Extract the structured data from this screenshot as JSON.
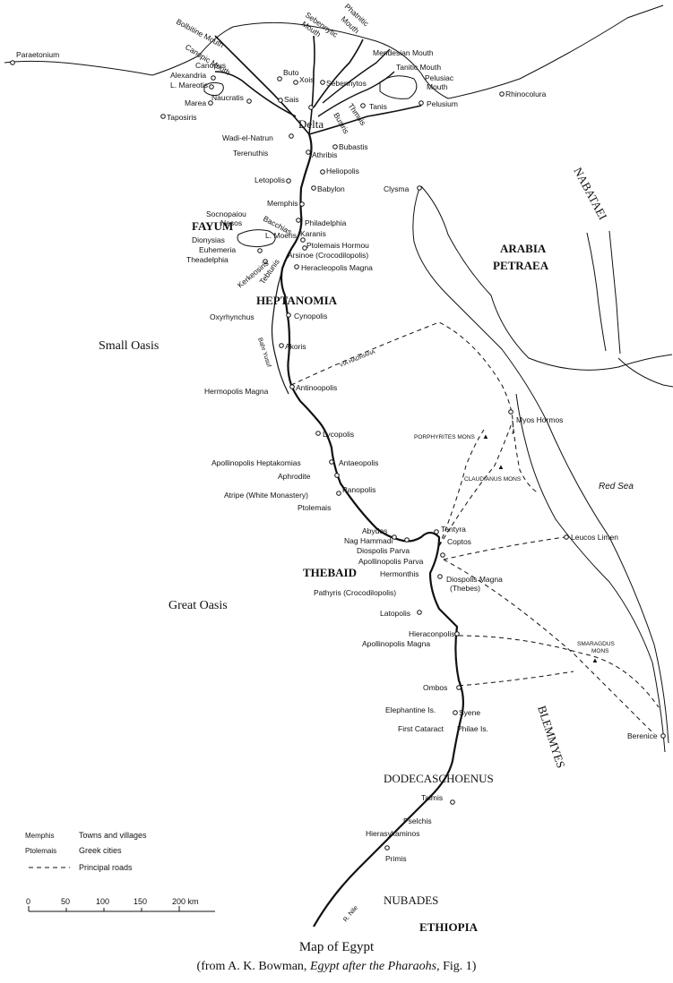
{
  "caption": {
    "title": "Map of Egypt",
    "source_prefix": "(from A. K. Bowman, ",
    "source_book": "Egypt after the Pharaohs",
    "source_suffix": ", Fig. 1)"
  },
  "regions": {
    "delta": "Delta",
    "fayum": "FAYUM",
    "heptanomia": "HEPTANOMIA",
    "thebaid": "THEBAID",
    "dodecaschoenus": "DODECASCHOENUS",
    "nubades": "NUBADES",
    "ethiopia": "ETHIOPIA",
    "arabia": "ARABIA",
    "petraea": "PETRAEA",
    "nabataei": "NABATAEI",
    "blemmyes": "BLEMMYES",
    "red_sea": "Red Sea",
    "small_oasis": "Small Oasis",
    "great_oasis": "Great Oasis",
    "via_hadriana": "VIA HADRIANA",
    "bahr_yusuf": "Bahr Yusuf",
    "r_nile": "R. Nile"
  },
  "mountains": {
    "porphyrites": "PORPHYRITES MONS",
    "claudianus": "CLAUDIANUS MONS",
    "smaragdus_1": "SMARAGDUS",
    "smaragdus_2": "MONS"
  },
  "places": {
    "paraetonium": "Paraetonium",
    "bolbitine_mouth": "Bolbitine Mouth",
    "sebennytic_mouth_1": "Sebennytic",
    "sebennytic_mouth_2": "Mouth",
    "phatnitic_mouth_1": "Phatnitic",
    "phatnitic_mouth_2": "Mouth",
    "canopic_mouth": "Canopic Mouth",
    "mendesian_mouth": "Mendesian Mouth",
    "tanitic_mouth": "Tanitic Mouth",
    "pelusiac_mouth_1": "Pelusiac",
    "pelusiac_mouth_2": "Mouth",
    "canopus": "Canopus",
    "alexandria": "Alexandria",
    "l_mareotis": "L. Mareotis",
    "buto": "Buto",
    "xois": "Xois",
    "sebennytos": "Sebennytos",
    "naucratis": "Naucratis",
    "sais": "Sais",
    "marea": "Marea",
    "tanis": "Tanis",
    "pelusium": "Pelusium",
    "rhinocolura": "Rhinocolura",
    "taposiris": "Taposiris",
    "thmuis": "Thmuis",
    "busiris": "Busiris",
    "wadi_natrun": "Wadi-el-Natrun",
    "terenuthis": "Terenuthis",
    "bubastis": "Bubastis",
    "athribis": "Athribis",
    "heliopolis": "Heliopolis",
    "letopolis": "Letopolis",
    "babylon": "Babylon",
    "clysma": "Clysma",
    "memphis": "Memphis",
    "socnopaiou_1": "Socnopaiou",
    "socnopaiou_2": "Nesos",
    "bacchias": "Bacchias",
    "philadelphia": "Philadelphia",
    "l_moeris": "L. Moeris",
    "karanis": "Karanis",
    "dionysias": "Dionysias",
    "ptolemais_hormou": "Ptolemais Hormou",
    "euhemeria": "Euhemeria",
    "arsinoe": "Arsinoe (Crocodilopolis)",
    "theadelphia": "Theadelphia",
    "kerkeosiris": "Kerkeosiris",
    "tebtunis": "Tebtunis",
    "heracleopolis": "Heracleopolis Magna",
    "oxyrhynchus": "Oxyrhynchus",
    "cynopolis": "Cynopolis",
    "akoris": "Akoris",
    "hermopolis": "Hermopolis Magna",
    "antinoopolis": "Antinoopolis",
    "myos_hormos": "Myos Hormos",
    "lycopolis": "Lycopolis",
    "apollinopolis_hept": "Apollinopolis Heptakomias",
    "antaeopolis": "Antaeopolis",
    "aphrodite": "Aphrodite",
    "panopolis": "Panopolis",
    "atripe": "Atripe (White Monastery)",
    "ptolemais": "Ptolemais",
    "abydos": "Abydos",
    "tentyra": "Tentyra",
    "nag_hammadi": "Nag Hammadi",
    "coptos": "Coptos",
    "diospolis_parva": "Diospolis Parva",
    "leucos_limen": "Leucos Limen",
    "apollinopolis_parva": "Apollinopolis Parva",
    "hermonthis": "Hermonthis",
    "diospolis_magna": "Diospolis Magna",
    "thebes": "(Thebes)",
    "pathyris": "Pathyris (Crocodilopolis)",
    "latopolis": "Latopolis",
    "hieraconpolis": "Hieraconpolis",
    "apollinopolis_magna": "Apollinopolis Magna",
    "ombos": "Ombos",
    "elephantine": "Elephantine Is.",
    "syene": "Syene",
    "berenice": "Berenice",
    "first_cataract": "First Cataract",
    "philae": "Philae Is.",
    "talmis": "Talmis",
    "pselchis": "Pselchis",
    "hierasykaminos": "Hierasykaminos",
    "primis": "Primis"
  },
  "legend": {
    "sample_town": "Memphis",
    "town_desc": "Towns and villages",
    "sample_city": "Ptolemais",
    "city_desc": "Greek cities",
    "road_desc": "Principal roads"
  },
  "scale": {
    "ticks": [
      "0",
      "50",
      "100",
      "150",
      "200 km"
    ]
  },
  "colors": {
    "ink": "#111111",
    "paper": "#ffffff"
  }
}
